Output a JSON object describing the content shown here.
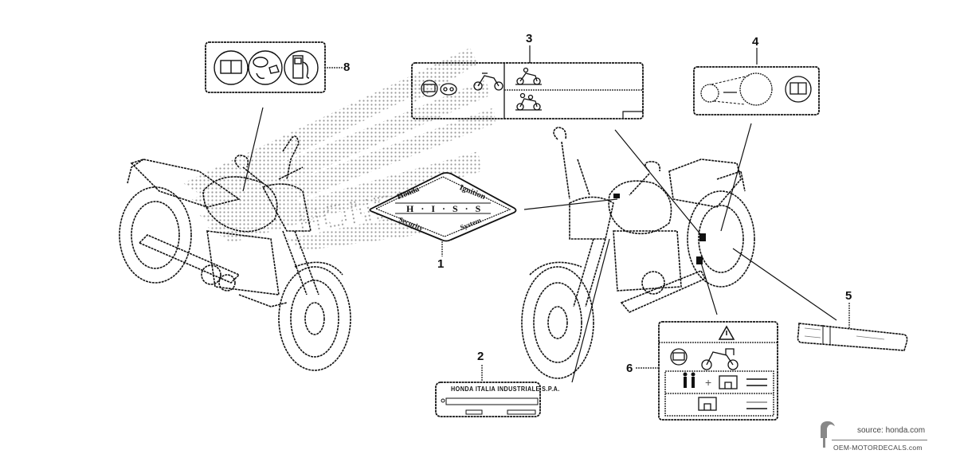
{
  "diagram": {
    "title": "Caution Label",
    "type": "exploded parts diagram",
    "callouts": [
      {
        "number": "1",
        "part": "H.I.S.S. label (Honda Ignition Security System)"
      },
      {
        "number": "2",
        "part": "Frame plate"
      },
      {
        "number": "3",
        "part": "Tire information label"
      },
      {
        "number": "4",
        "part": "Headlight adjustment label"
      },
      {
        "number": "5",
        "part": "Chain label"
      },
      {
        "number": "6",
        "part": "Caution label"
      },
      {
        "number": "8",
        "part": "Fuel / manual label"
      }
    ],
    "label_1_text": {
      "top_left": "Honda",
      "top_right": "Ignition",
      "center": "H · I · S · S",
      "bottom_left": "Security",
      "bottom_right": "System"
    },
    "label_2_text": "HONDA ITALIA INDUSTRIALE S.P.A.",
    "background_logo": "HONDA",
    "icons": {
      "label_3": [
        "manual-icon",
        "goggles-icon",
        "motorcycle-icon",
        "rider-solo-icon",
        "rider-passenger-icon"
      ],
      "label_4": [
        "lens-small-icon",
        "lens-large-icon",
        "manual-icon"
      ],
      "label_6": [
        "warning-triangle-icon",
        "manual-icon",
        "motorcycle-luggage-icon",
        "passengers-icon",
        "luggage-icon"
      ],
      "label_8": [
        "manual-icon",
        "helmet-gloves-icon",
        "fuel-pump-icon"
      ]
    }
  },
  "watermark": {
    "source": "source: honda.com",
    "brand": "OEM-MOTORDECALS.com"
  }
}
